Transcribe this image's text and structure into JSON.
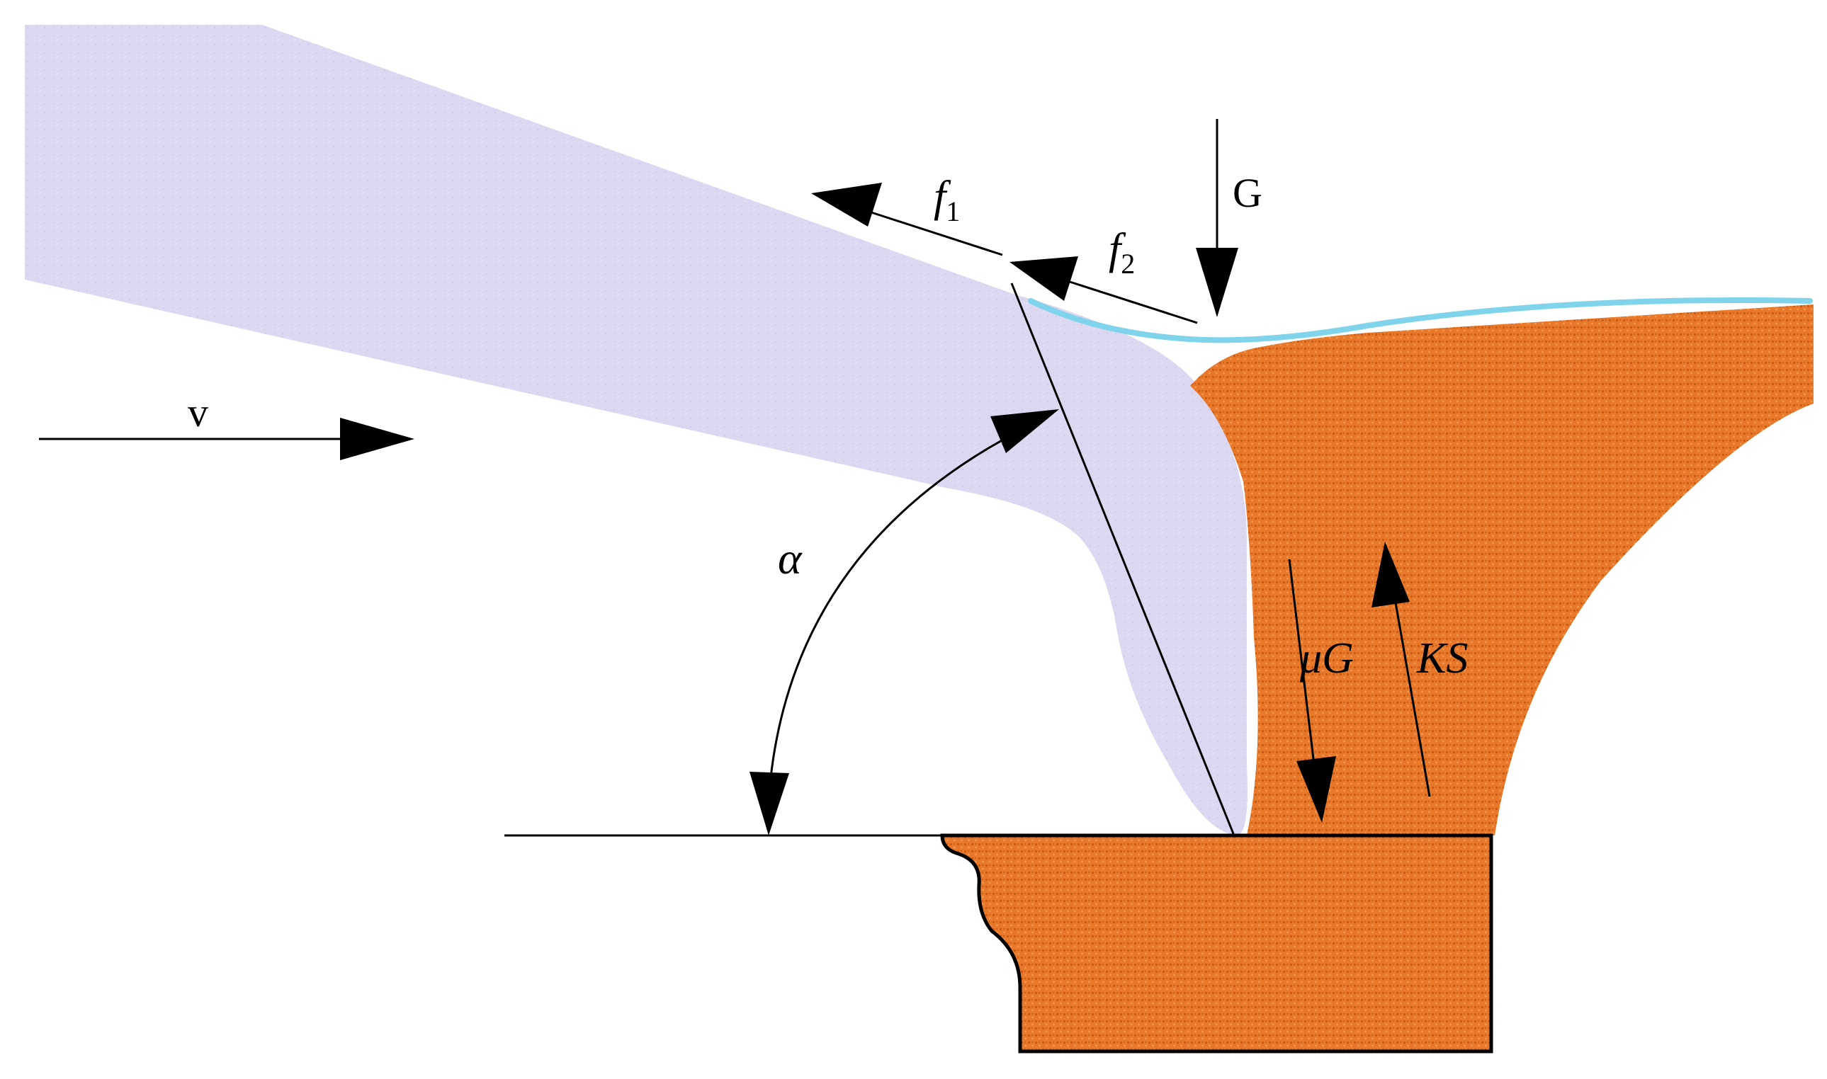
{
  "labels": {
    "velocity": "v",
    "force_f1": "f",
    "force_f1_sub": "1",
    "force_f2": "f",
    "force_f2_sub": "2",
    "gravity": "G",
    "angle": "α",
    "friction_mu_g": "μG",
    "force_ks": "KS"
  },
  "colors": {
    "squeegee": "#dcd8f2",
    "paste": "#e8782a",
    "paste_texture": "#c85a14",
    "liquid_film": "#7fd3ea",
    "line": "#000000",
    "background": "#ffffff"
  }
}
